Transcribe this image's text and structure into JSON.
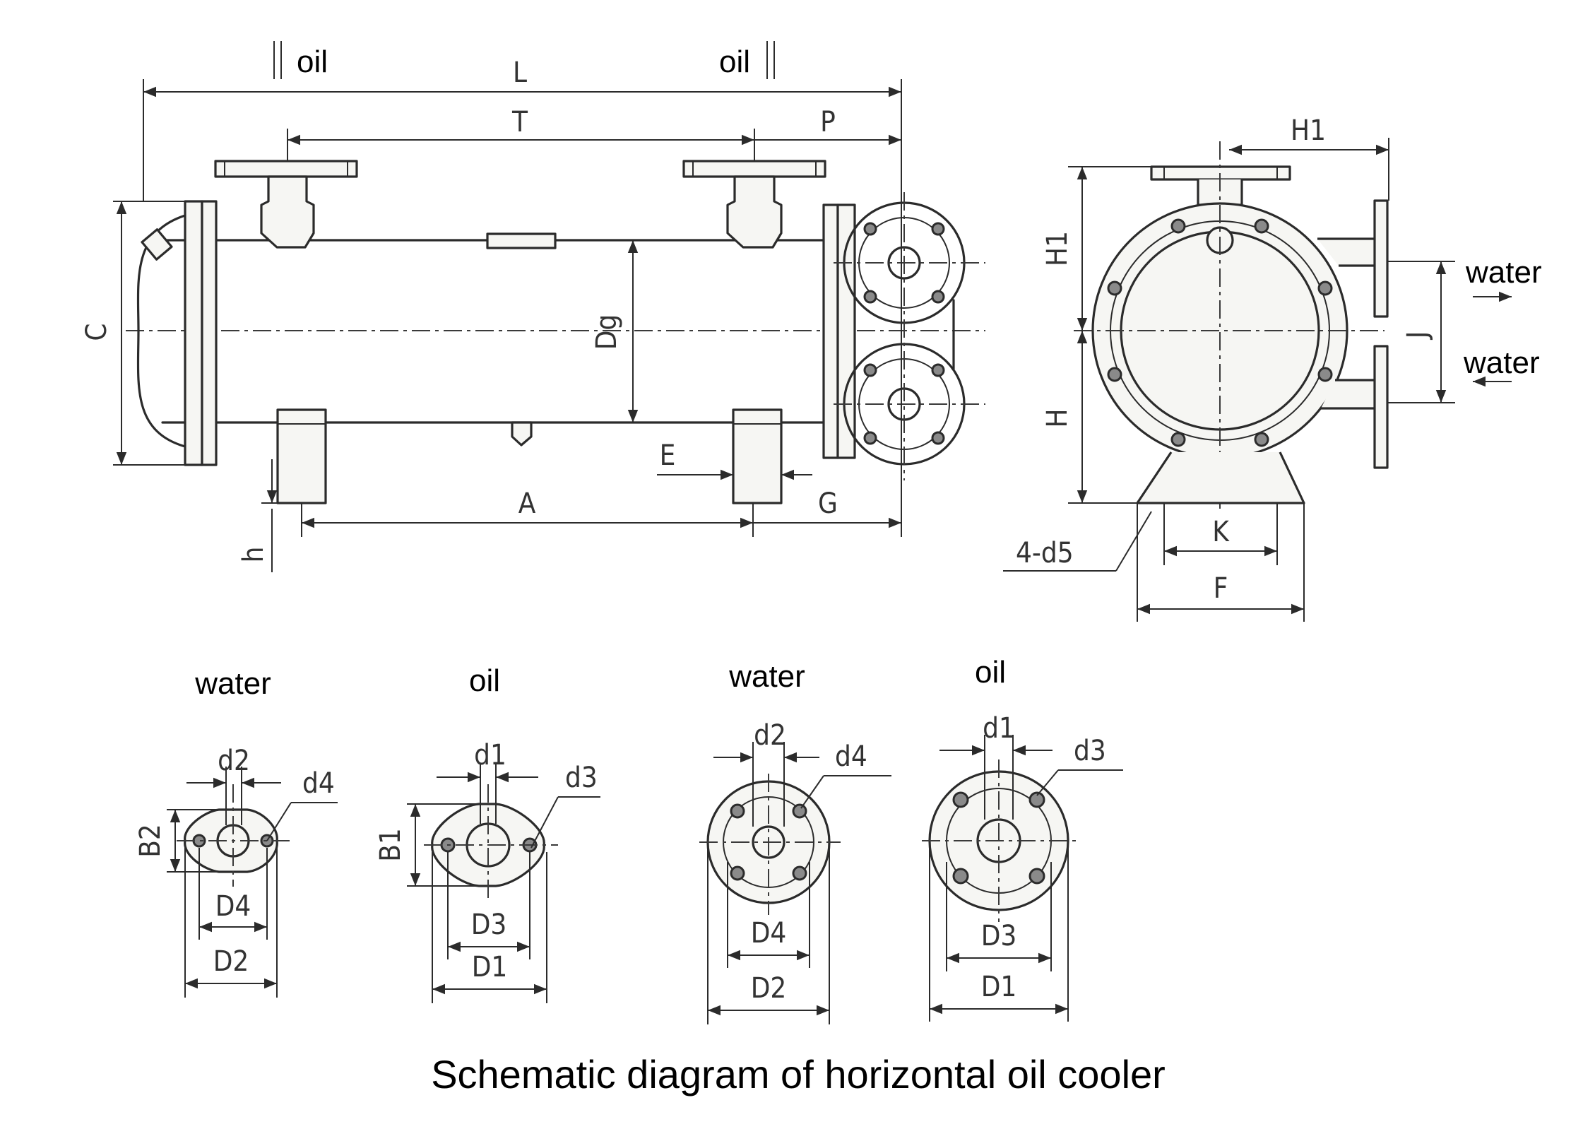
{
  "caption": "Schematic diagram of horizontal oil cooler",
  "flow_labels": {
    "oil_in": "oil",
    "oil_out": "oil",
    "water_top": "water",
    "water_bottom": "water",
    "flange_water_small": "water",
    "flange_oil_small": "oil",
    "flange_water_round": "water",
    "flange_oil_round": "oil"
  },
  "dims": {
    "L": "L",
    "T": "T",
    "P": "P",
    "C": "C",
    "Dg": "Dg",
    "E": "E",
    "A": "A",
    "G": "G",
    "h": "h",
    "H1_top": "H1",
    "H1_side": "H1",
    "H": "H",
    "J": "J",
    "K": "K",
    "F": "F",
    "d5": "4-d5",
    "f1_d2": "d2",
    "f1_d4": "d4",
    "f1_B2": "B2",
    "f1_D4": "D4",
    "f1_D2": "D2",
    "f2_d1": "d1",
    "f2_d3": "d3",
    "f2_B1": "B1",
    "f2_D3": "D3",
    "f2_D1": "D1",
    "f3_d2": "d2",
    "f3_d4": "d4",
    "f3_D4": "D4",
    "f3_D2": "D2",
    "f4_d1": "d1",
    "f4_d3": "d3",
    "f4_D3": "D3",
    "f4_D1": "D1"
  },
  "colors": {
    "ink": "#2b2b2b",
    "bolt": "#8a8a8a",
    "paper": "#ffffff"
  }
}
